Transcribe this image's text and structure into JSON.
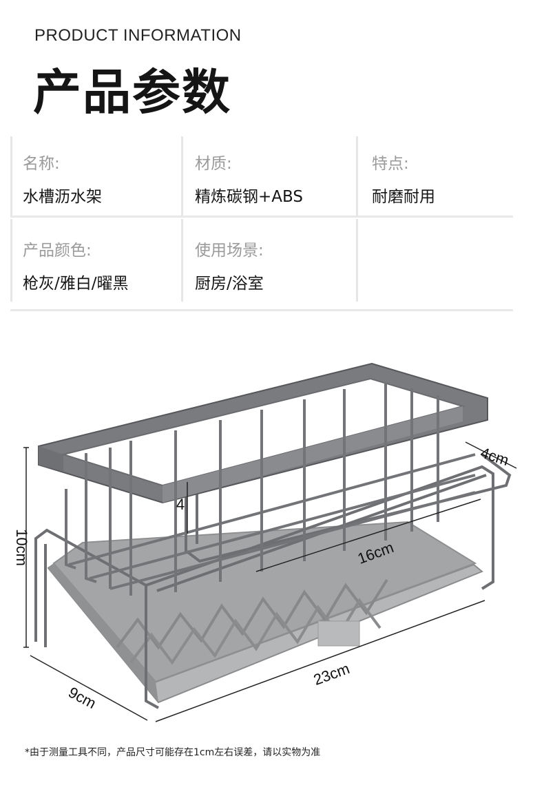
{
  "header": {
    "en_title": "PRODUCT INFORMATION",
    "cn_title": "产品参数"
  },
  "specs": [
    {
      "label": "名称:",
      "value": "水槽沥水架"
    },
    {
      "label": "材质:",
      "value": "精炼碳钢+ABS"
    },
    {
      "label": "特点:",
      "value": "耐磨耐用"
    },
    {
      "label": "产品颜色:",
      "value": "枪灰/雅白/曜黑"
    },
    {
      "label": "使用场景:",
      "value": "厨房/浴室"
    }
  ],
  "dimensions": {
    "height": "10cm",
    "depth": "9cm",
    "length": "23cm",
    "inner_length": "16cm",
    "inner_width": "4cm",
    "basket_height": "4"
  },
  "footnote": "*由于测量工具不同，产品尺寸可能存在1cm左右误差，请以实物为准",
  "colors": {
    "frame": "#6b6c6f",
    "tray": "#9d9ea0"
  }
}
